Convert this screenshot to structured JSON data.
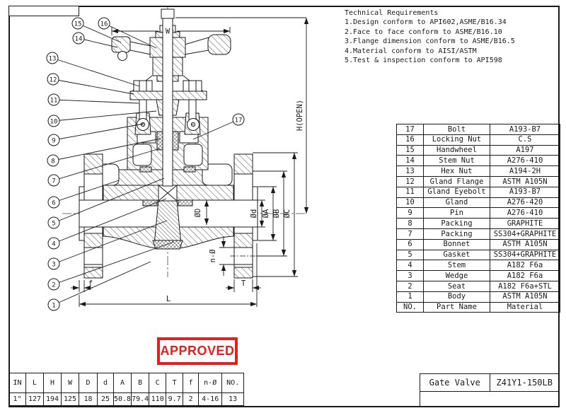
{
  "page": {
    "background": "#ffffff",
    "line_color": "#1a1a1a"
  },
  "technical_requirements": {
    "title": "Technical Requirements",
    "items": [
      "1.Design conform to API602,ASME/B16.34",
      "2.Face to face conform to ASME/B16.10",
      "3.Flange dimension conform to ASME/B16.5",
      "4.Material conform to AISI/ASTM",
      "5.Test & inspection conform to API598"
    ]
  },
  "drawing": {
    "callouts": [
      "1",
      "2",
      "3",
      "4",
      "5",
      "6",
      "7",
      "8",
      "9",
      "10",
      "11",
      "12",
      "13",
      "14",
      "15",
      "16",
      "17"
    ],
    "dim_labels": {
      "w": "W",
      "h_open": "H(OPEN)",
      "phi_d_seat": "ØD",
      "phi_d_bore": "Ød",
      "phi_a": "ØA",
      "phi_b": "ØB",
      "phi_c": "ØC",
      "n_holes": "n-Ø",
      "t": "T",
      "f": "f",
      "l": "L"
    }
  },
  "parts_table": {
    "footer_headers": {
      "no": "NO.",
      "part_name": "Part Name",
      "material": "Material"
    },
    "rows": [
      {
        "no": "17",
        "part_name": "Bolt",
        "material": "A193-B7"
      },
      {
        "no": "16",
        "part_name": "Locking Nut",
        "material": "C.S"
      },
      {
        "no": "15",
        "part_name": "Handwheel",
        "material": "A197"
      },
      {
        "no": "14",
        "part_name": "Stem Nut",
        "material": "A276-410"
      },
      {
        "no": "13",
        "part_name": "Hex Nut",
        "material": "A194-2H"
      },
      {
        "no": "12",
        "part_name": "Gland Flange",
        "material": "ASTM A105N"
      },
      {
        "no": "11",
        "part_name": "Gland Eyebolt",
        "material": "A193-B7"
      },
      {
        "no": "10",
        "part_name": "Gland",
        "material": "A276-420"
      },
      {
        "no": "9",
        "part_name": "Pin",
        "material": "A276-410"
      },
      {
        "no": "8",
        "part_name": "Packing",
        "material": "GRAPHITE"
      },
      {
        "no": "7",
        "part_name": "Packing",
        "material": "SS304+GRAPHITE"
      },
      {
        "no": "6",
        "part_name": "Bonnet",
        "material": "ASTM A105N"
      },
      {
        "no": "5",
        "part_name": "Gasket",
        "material": "SS304+GRAPHITE"
      },
      {
        "no": "4",
        "part_name": "Stem",
        "material": "A182 F6a"
      },
      {
        "no": "3",
        "part_name": "Wedge",
        "material": "A182 F6a"
      },
      {
        "no": "2",
        "part_name": "Seat",
        "material": "A182 F6a+STL"
      },
      {
        "no": "1",
        "part_name": "Body",
        "material": "ASTM A105N"
      }
    ]
  },
  "stamp": {
    "label": "APPROVED",
    "color": "#e32020"
  },
  "dimensions_table": {
    "headers": [
      "IN",
      "L",
      "H",
      "W",
      "D",
      "d",
      "A",
      "B",
      "C",
      "T",
      "f",
      "n-Ø",
      "NO."
    ],
    "values": [
      "1\"",
      "127",
      "194",
      "125",
      "18",
      "25",
      "50.8",
      "79.4",
      "110",
      "9.7",
      "2",
      "4-16",
      "13"
    ]
  },
  "title_block": {
    "product_name": "Gate Valve",
    "model": "Z41Y1-150LB"
  }
}
